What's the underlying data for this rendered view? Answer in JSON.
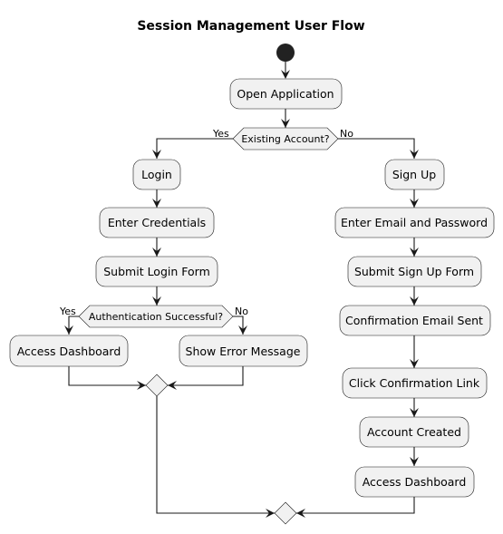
{
  "title": "Session Management User Flow",
  "nodes": {
    "open_application": "Open Application",
    "existing_account": "Existing Account?",
    "login": "Login",
    "enter_credentials": "Enter Credentials",
    "submit_login_form": "Submit Login Form",
    "authentication_successful": "Authentication Successful?",
    "access_dashboard_left": "Access Dashboard",
    "show_error_message": "Show Error Message",
    "sign_up": "Sign Up",
    "enter_email_password": "Enter Email and Password",
    "submit_sign_up_form": "Submit Sign Up Form",
    "confirmation_email_sent": "Confirmation Email Sent",
    "click_confirmation_link": "Click Confirmation Link",
    "account_created": "Account Created",
    "access_dashboard_right": "Access Dashboard"
  },
  "branches": {
    "existing_yes": "Yes",
    "existing_no": "No",
    "auth_yes": "Yes",
    "auth_no": "No"
  },
  "colors": {
    "node_fill": "#f1f1f1",
    "stroke": "#181818",
    "start_fill": "#222222"
  }
}
